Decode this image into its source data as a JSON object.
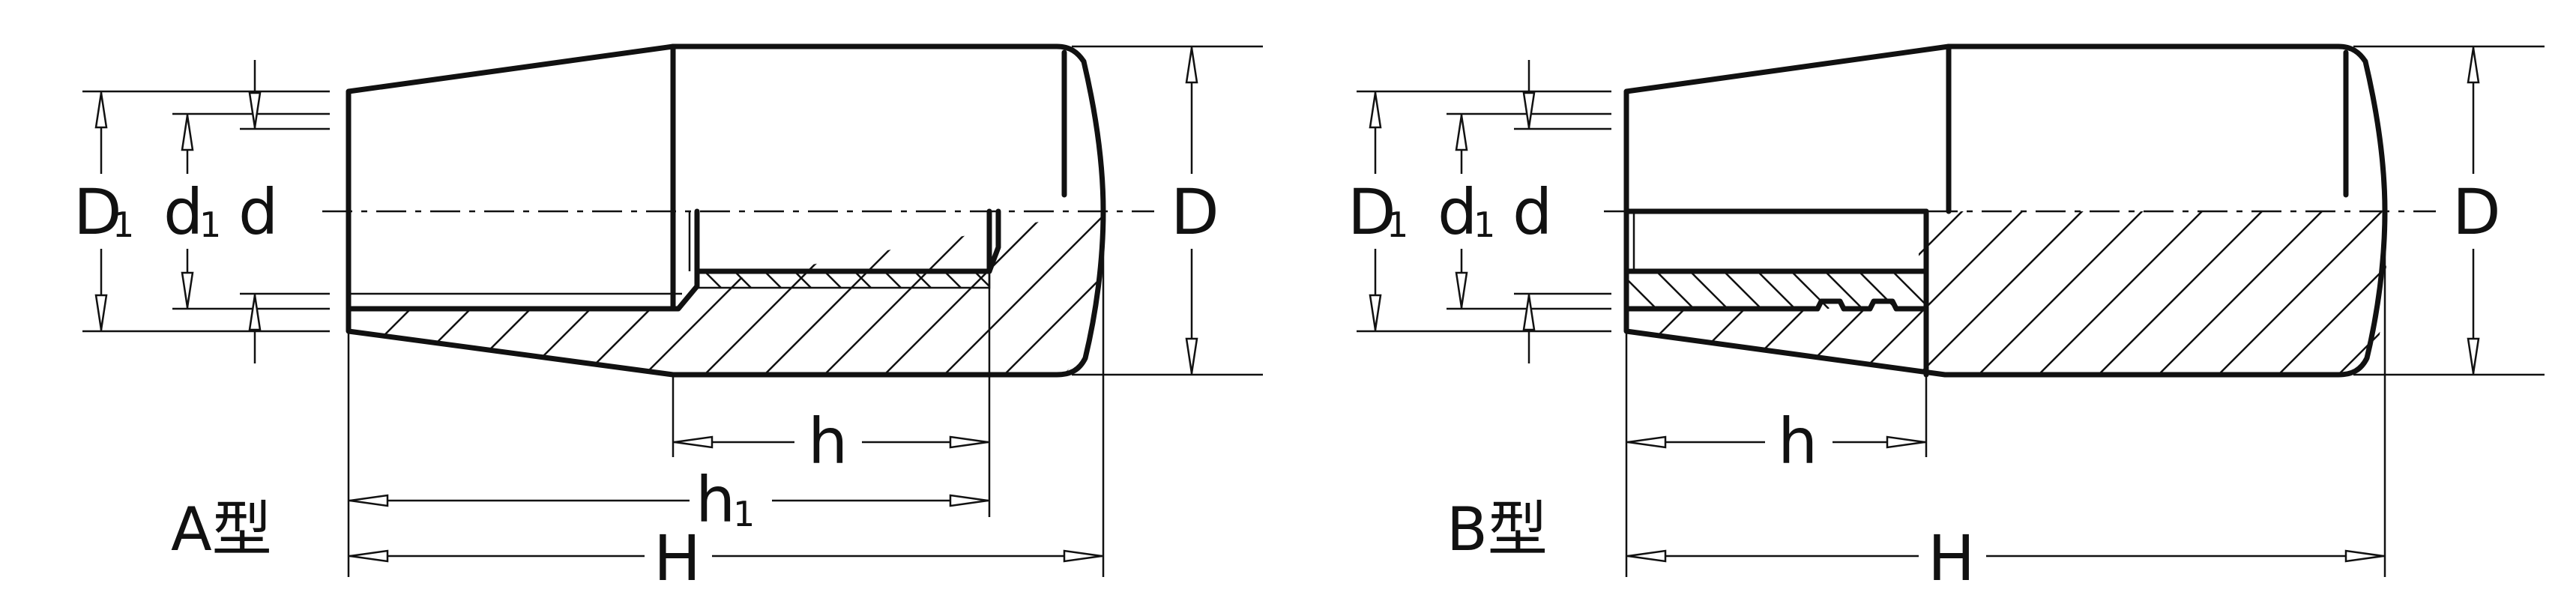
{
  "figure_a": {
    "type_label": "A型",
    "dims": {
      "D1": "D",
      "D1_sub": "1",
      "d1": "d",
      "d1_sub": "1",
      "d": "d",
      "D": "D",
      "h": "h",
      "h1": "h",
      "h1_sub": "1",
      "H": "H"
    }
  },
  "figure_b": {
    "type_label": "B型",
    "dims": {
      "D1": "D",
      "D1_sub": "1",
      "d1": "d",
      "d1_sub": "1",
      "d": "d",
      "D": "D",
      "h": "h",
      "H": "H"
    }
  }
}
